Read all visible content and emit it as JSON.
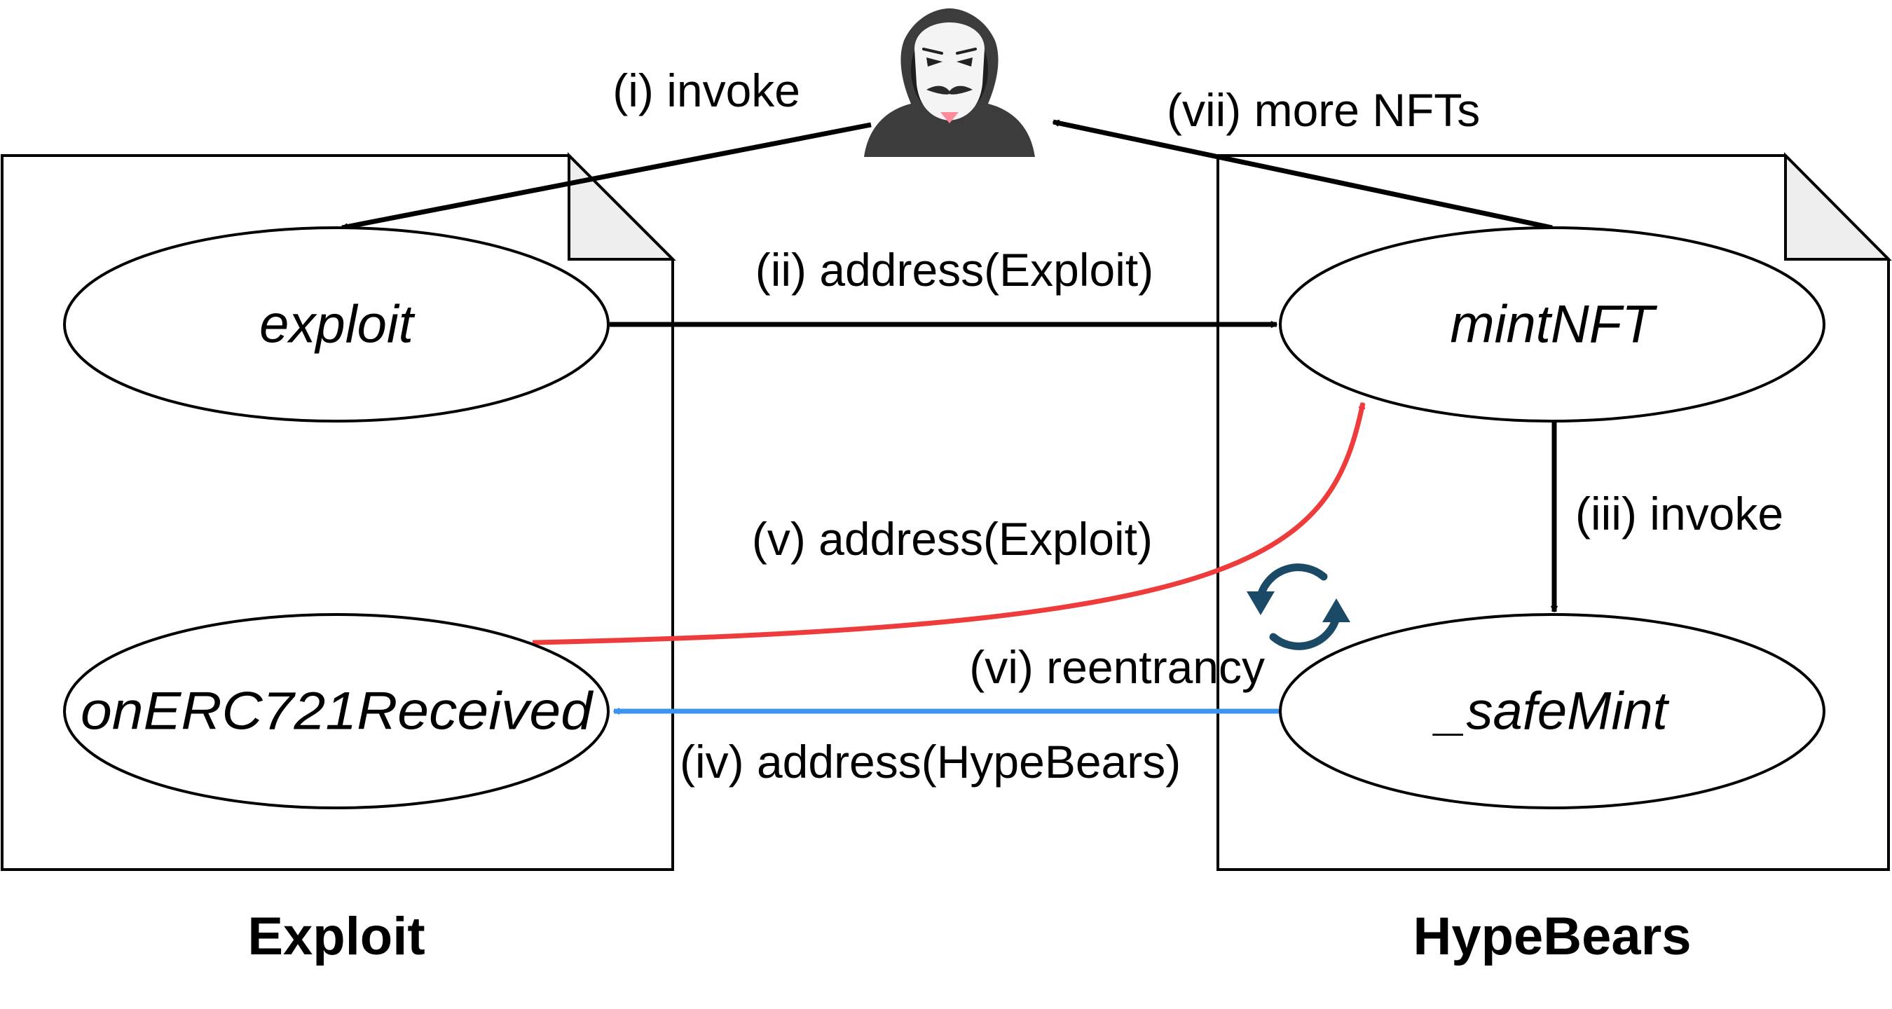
{
  "contracts": {
    "exploit": {
      "caption": "Exploit"
    },
    "hypebears": {
      "caption": "HypeBears"
    }
  },
  "nodes": {
    "exploit_fn": "exploit",
    "on_erc721": "onERC721Received",
    "mint_nft": "mintNFT",
    "safe_mint": "_safeMint"
  },
  "edges": {
    "invoke_i": "(i) invoke",
    "address_exploit_ii": "(ii) address(Exploit)",
    "invoke_iii": "(iii) invoke",
    "address_hypebears_iv": "(iv) address(HypeBears)",
    "address_exploit_v": "(v) address(Exploit)",
    "reentrancy_vi": "(vi) reentrancy",
    "more_nfts_vii": "(vii) more NFTs"
  },
  "icons": {
    "attacker": "hooded-attacker-icon",
    "reentrancy": "refresh-cycle-icon"
  },
  "colors": {
    "line": "#000000",
    "reentrant_call": "#ee3b3b",
    "callback": "#3d94ee",
    "cycle_icon": "#1b4a66",
    "doc_fold": "#eeeeee"
  }
}
